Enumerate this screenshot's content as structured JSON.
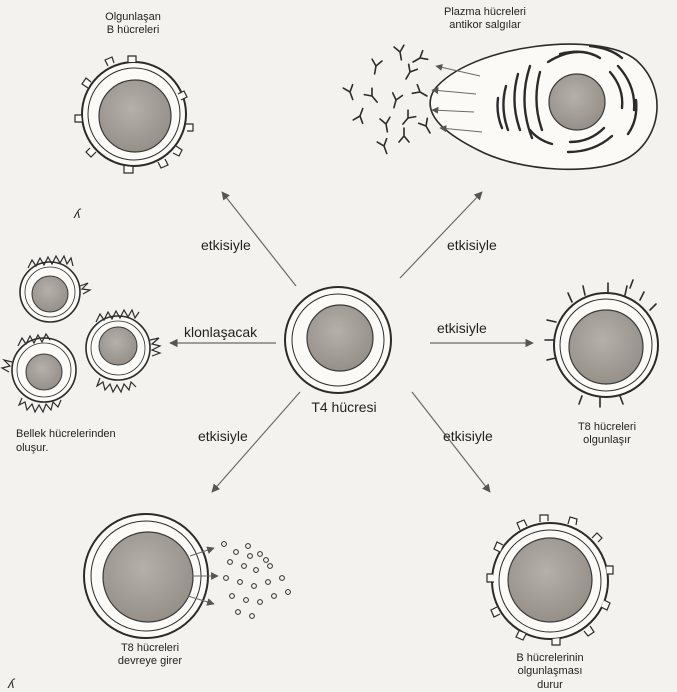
{
  "labels": {
    "olgunlasan_1": "Olgunlaşan",
    "olgunlasan_2": "B hücreleri",
    "plazma_1": "Plazma hücreleri",
    "plazma_2": "antikor salgılar",
    "etkisiyle_ul": "etkisiyle",
    "etkisiyle_ur": "etkisiyle",
    "etkisiyle_r": "etkisiyle",
    "etkisiyle_ll": "etkisiyle",
    "etkisiyle_lr": "etkisiyle",
    "klonlasacak": "klonlaşacak",
    "t4": "T4 hücresi",
    "bellek_1": "Bellek hücrelerinden",
    "bellek_2": "oluşur.",
    "t8_olg_1": "T8 hücreleri",
    "t8_olg_2": "olgunlaşır",
    "t8_dev_1": "T8 hücreleri",
    "t8_dev_2": "devreye girer",
    "b_olg_1": "B hücrelerinin",
    "b_olg_2": "olgunlaşması",
    "b_olg_3": "durur"
  },
  "colors": {
    "ink": "#2b2b2b",
    "nucleus": "#a6a19b",
    "arrow": "#6a6a6a",
    "paper": "#f4f2ee"
  }
}
